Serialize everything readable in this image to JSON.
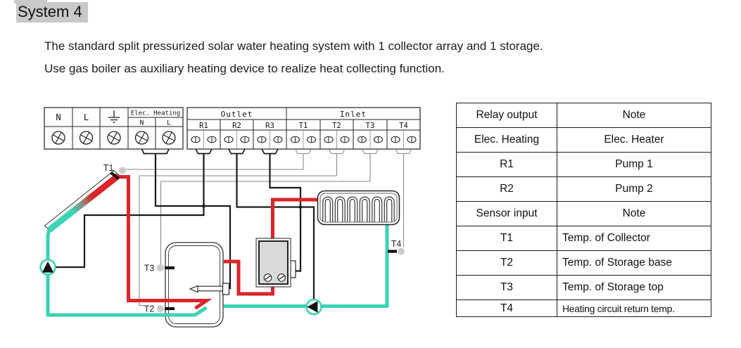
{
  "page": {
    "title": "System 4"
  },
  "description": {
    "line1": "The standard split pressurized solar water heating system with 1 collector array and 1 storage.",
    "line2": "Use gas boiler as auxiliary heating device to realize heat collecting function."
  },
  "terminal_block": {
    "mains_n": "N",
    "mains_l": "L",
    "ground_icon": "earth-ground-symbol",
    "elec_heating_label": "Elec. Heating",
    "elec_n": "N",
    "elec_l": "L",
    "outlet_label": "Outlet",
    "inlet_label": "Inlet",
    "relays": [
      "R1",
      "R2",
      "R3"
    ],
    "sensors": [
      "T1",
      "T2",
      "T3",
      "T4"
    ]
  },
  "diagram": {
    "sensor_t1": "T1",
    "sensor_t2": "T2",
    "sensor_t3": "T3",
    "sensor_t4": "T4",
    "components": [
      "solar-collector",
      "solar-pump",
      "storage-tank",
      "electric-heater-rod",
      "gas-boiler",
      "heating-pump",
      "radiator"
    ]
  },
  "table": {
    "rows": [
      [
        "Relay output",
        "Note"
      ],
      [
        "Elec. Heating",
        "Elec. Heater"
      ],
      [
        "R1",
        "Pump 1"
      ],
      [
        "R2",
        "Pump 2"
      ],
      [
        "Sensor input",
        "Note"
      ],
      [
        "T1",
        "Temp. of Collector"
      ],
      [
        "T2",
        "Temp. of Storage base"
      ],
      [
        "T3",
        "Temp. of Storage top"
      ],
      [
        "T4",
        "Heating circuit return temp."
      ]
    ]
  },
  "colors": {
    "hot_pipe": "#d9252b",
    "cold_pipe": "#3cd2b4",
    "relay_wire": "#1a1a1a",
    "sensor_wire": "#8a8a8a",
    "sensor_dot": "#cbcbcb",
    "boiler_fill": "#d9d9d9",
    "title_highlight": "#c9c9c9"
  }
}
